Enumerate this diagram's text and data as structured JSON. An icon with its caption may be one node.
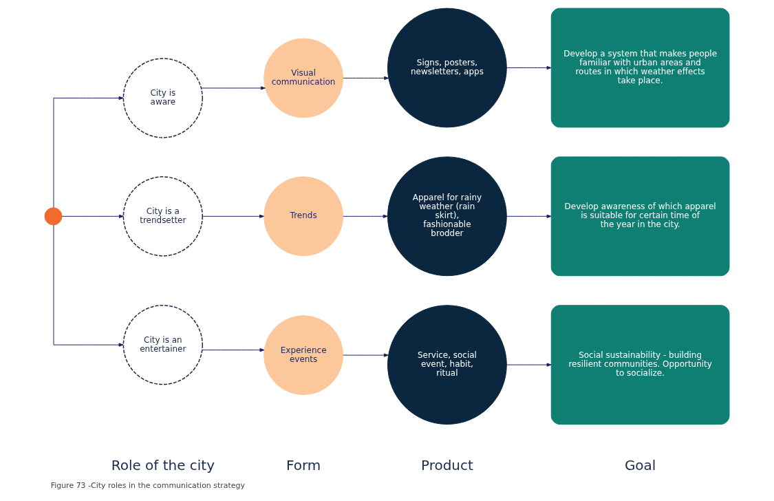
{
  "diagram": {
    "caption": "Figure 73 -City roles in the communication strategy",
    "nodes": [
      {
        "text": [],
        "shape": "circle"
      },
      {
        "text": [
          "City is aware"
        ]
      },
      {
        "text": [
          "Visual communication"
        ]
      },
      {
        "text": [
          "Signs, posters, newsletters, apps"
        ]
      },
      {
        "text": [
          "Develop a system that makes people familiar with urban areas and routes in which weather effects take place."
        ]
      },
      {
        "text": [
          "City is a trendsetter"
        ]
      },
      {
        "text": [
          "Trends"
        ]
      },
      {
        "text": [
          "Apparel for rainy weather (rain skirt), fashionable brodder"
        ]
      },
      {
        "text": [
          "Develop awareness of which apparel is suitable for certain time of the year in the city."
        ]
      },
      {
        "text": [
          "City is an entertainer"
        ]
      },
      {
        "text": [
          "Experience events"
        ]
      },
      {
        "text": [
          "Service, social event, habit, ritual"
        ]
      },
      {
        "text": [
          "Social sustainability - building resilient communities. Opportunity to socialize."
        ]
      }
    ],
    "edges": [
      {
        "from": 0,
        "to": 1,
        "arrow": "to"
      },
      {
        "from": 0,
        "to": 5,
        "arrow": "to"
      },
      {
        "from": 0,
        "to": 9,
        "arrow": "to"
      },
      {
        "from": 1,
        "to": 2,
        "arrow": "to"
      },
      {
        "from": 2,
        "to": 3,
        "arrow": "to"
      },
      {
        "from": 3,
        "to": 4,
        "arrow": "to"
      },
      {
        "from": 5,
        "to": 6,
        "arrow": "to"
      },
      {
        "from": 6,
        "to": 7,
        "arrow": "to"
      },
      {
        "from": 7,
        "to": 8,
        "arrow": "to"
      },
      {
        "from": 9,
        "to": 10,
        "arrow": "to"
      },
      {
        "from": 10,
        "to": 11,
        "arrow": "to"
      },
      {
        "from": 11,
        "to": 12,
        "arrow": "to"
      }
    ],
    "labels": [
      "Role of the city",
      "Form",
      "Product",
      "Goal"
    ]
  }
}
